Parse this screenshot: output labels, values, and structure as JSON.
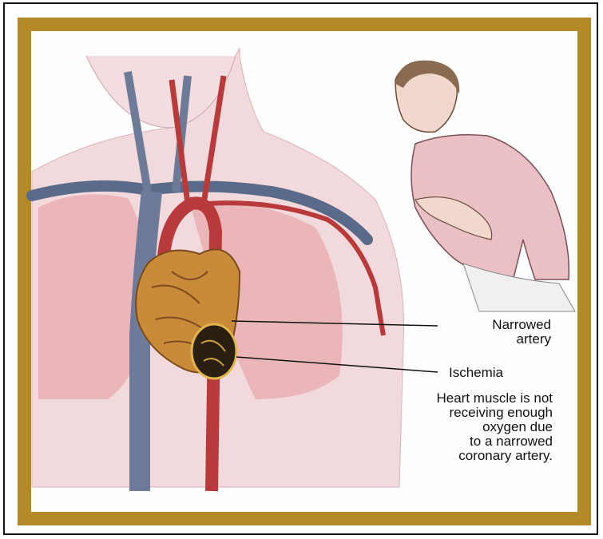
{
  "labels": {
    "narrowed_line1": "Narrowed",
    "narrowed_line2": "artery",
    "ischemia": "Ischemia",
    "caption": [
      "Heart muscle is not",
      "receiving enough",
      "oxygen due",
      "to a narrowed",
      "coronary artery."
    ]
  },
  "colors": {
    "frame": "#b38a27",
    "vein": "#5a6a8a",
    "artery": "#b83a3a",
    "lung": "#e8a9ae",
    "heart": "#c98a3a"
  }
}
